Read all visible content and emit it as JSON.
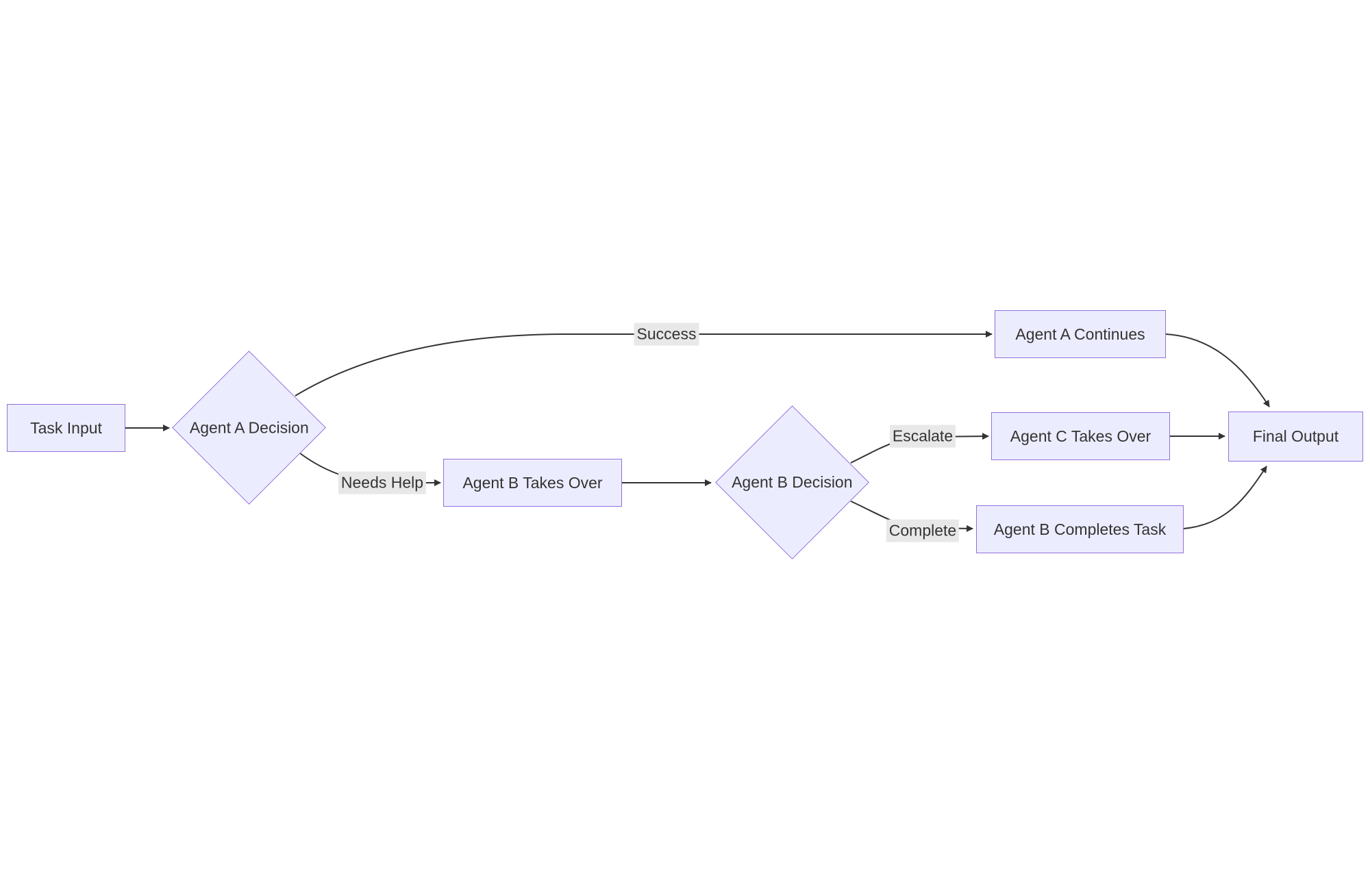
{
  "diagram": {
    "type": "flowchart",
    "direction": "left-to-right",
    "nodes": [
      {
        "id": "task_input",
        "label": "Task Input",
        "shape": "rect"
      },
      {
        "id": "agent_a_decision",
        "label": "Agent A Decision",
        "shape": "diamond"
      },
      {
        "id": "agent_b_takes_over",
        "label": "Agent B Takes Over",
        "shape": "rect"
      },
      {
        "id": "agent_b_decision",
        "label": "Agent B Decision",
        "shape": "diamond"
      },
      {
        "id": "agent_a_continues",
        "label": "Agent A Continues",
        "shape": "rect"
      },
      {
        "id": "agent_c_takes_over",
        "label": "Agent C Takes Over",
        "shape": "rect"
      },
      {
        "id": "agent_b_completes_task",
        "label": "Agent B Completes Task",
        "shape": "rect"
      },
      {
        "id": "final_output",
        "label": "Final Output",
        "shape": "rect"
      }
    ],
    "edges": [
      {
        "from": "task_input",
        "to": "agent_a_decision",
        "label": ""
      },
      {
        "from": "agent_a_decision",
        "to": "agent_a_continues",
        "label": "Success"
      },
      {
        "from": "agent_a_decision",
        "to": "agent_b_takes_over",
        "label": "Needs Help"
      },
      {
        "from": "agent_b_takes_over",
        "to": "agent_b_decision",
        "label": ""
      },
      {
        "from": "agent_b_decision",
        "to": "agent_c_takes_over",
        "label": "Escalate"
      },
      {
        "from": "agent_b_decision",
        "to": "agent_b_completes_task",
        "label": "Complete"
      },
      {
        "from": "agent_a_continues",
        "to": "final_output",
        "label": ""
      },
      {
        "from": "agent_c_takes_over",
        "to": "final_output",
        "label": ""
      },
      {
        "from": "agent_b_completes_task",
        "to": "final_output",
        "label": ""
      }
    ],
    "colors": {
      "node_fill": "#ECECFF",
      "node_border": "#9370DB",
      "edge_stroke": "#333333",
      "edge_label_bg": "#e8e8e8",
      "text": "#333333",
      "background": "#ffffff"
    }
  }
}
